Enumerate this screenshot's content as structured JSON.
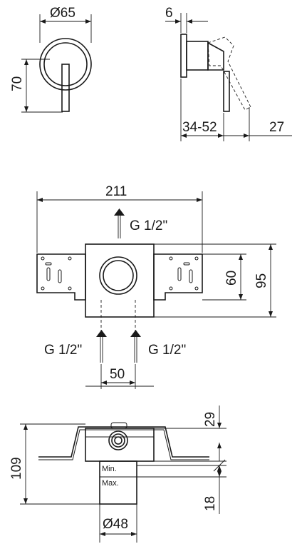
{
  "front_view": {
    "dia": "Ø65",
    "height": "70"
  },
  "side_view": {
    "thick": "6",
    "depth": "34-52",
    "proj": "27"
  },
  "box_view": {
    "width": "211",
    "outlet_top": "G 1/2\"",
    "inlet_left": "G 1/2\"",
    "inlet_right": "G 1/2\"",
    "spacing": "50",
    "h_inner": "60",
    "h_outer": "95"
  },
  "bottom_view": {
    "height": "109",
    "top": "29",
    "min_label": "Min.",
    "max_label": "Max.",
    "adjust": "18",
    "dia": "Ø48"
  }
}
